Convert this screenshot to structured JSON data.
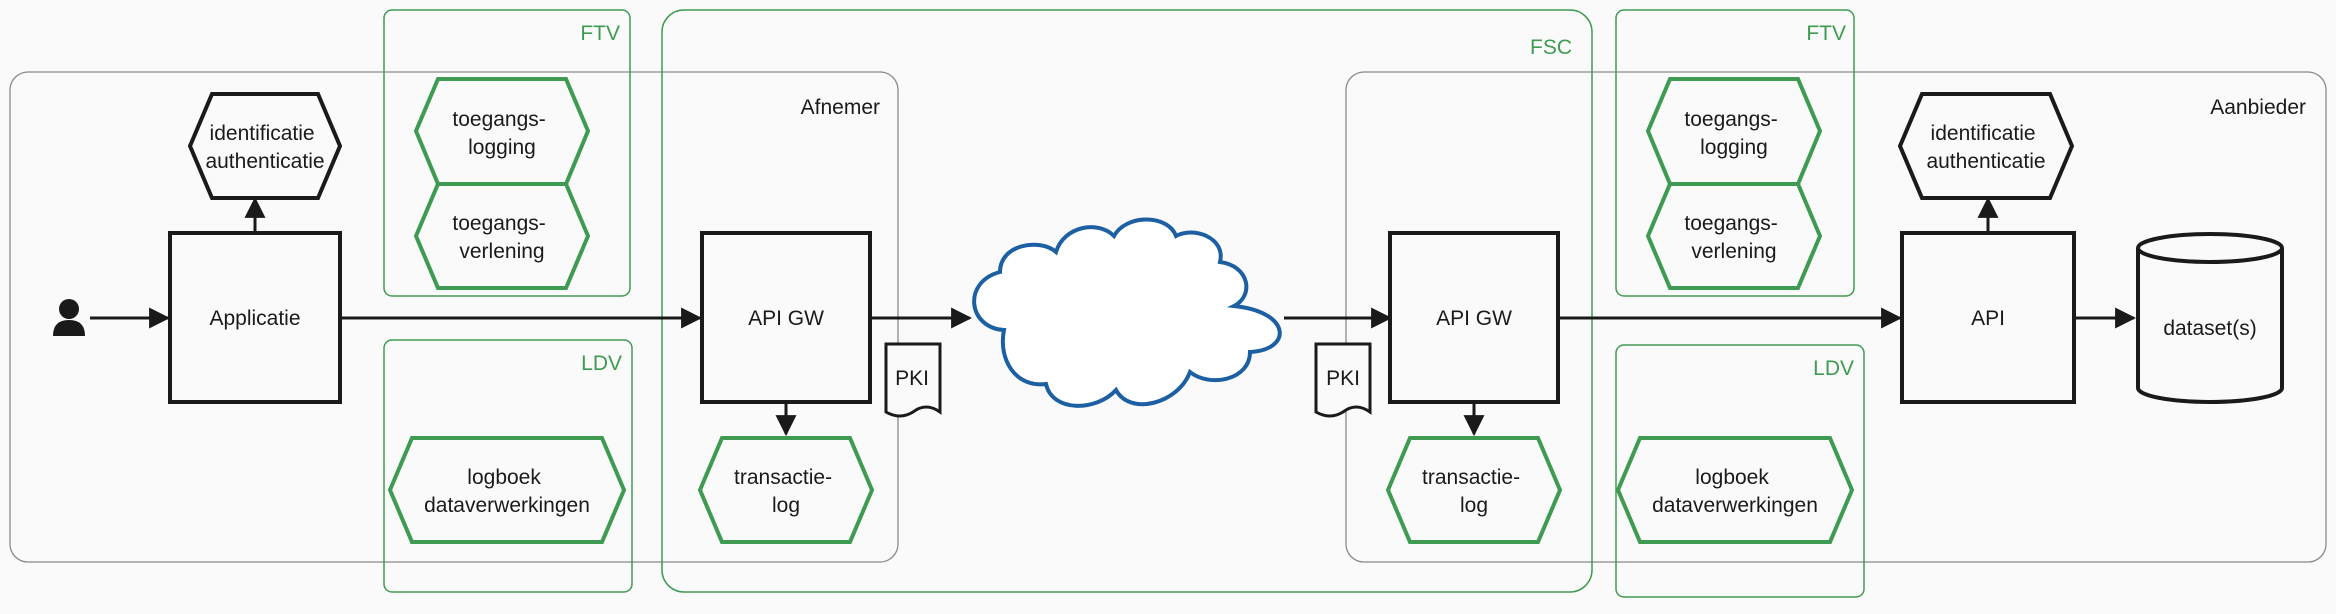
{
  "colors": {
    "green": "#3f9a52",
    "blue": "#1c5fa3",
    "black": "#1a1a1a",
    "gray_border": "#8a8a8a",
    "background": "#fafafa"
  },
  "labels": {
    "ftv": "FTV",
    "ldv": "LDV",
    "fsc": "FSC",
    "afnemer": "Afnemer",
    "aanbieder": "Aanbieder"
  },
  "nodes": {
    "user": {
      "icon": "user-icon"
    },
    "applicatie": "Applicatie",
    "ident_left": [
      "identificatie",
      "authenticatie"
    ],
    "ident_right": [
      "identificatie",
      "authenticatie"
    ],
    "toegangslogging_left": [
      "toegangs-",
      "logging"
    ],
    "toegangsverlening_left": [
      "toegangs-",
      "verlening"
    ],
    "toegangslogging_right": [
      "toegangs-",
      "logging"
    ],
    "toegangsverlening_right": [
      "toegangs-",
      "verlening"
    ],
    "logboek_left": [
      "logboek",
      "dataverwerkingen"
    ],
    "logboek_right": [
      "logboek",
      "dataverwerkingen"
    ],
    "apigw_left": "API GW",
    "apigw_right": "API GW",
    "transactielog_left": [
      "transactie-",
      "log"
    ],
    "transactielog_right": [
      "transactie-",
      "log"
    ],
    "pki_left": "PKI",
    "pki_right": "PKI",
    "cloud": {
      "icon": "cloud-icon"
    },
    "api": "API",
    "dataset": "dataset(s)"
  }
}
